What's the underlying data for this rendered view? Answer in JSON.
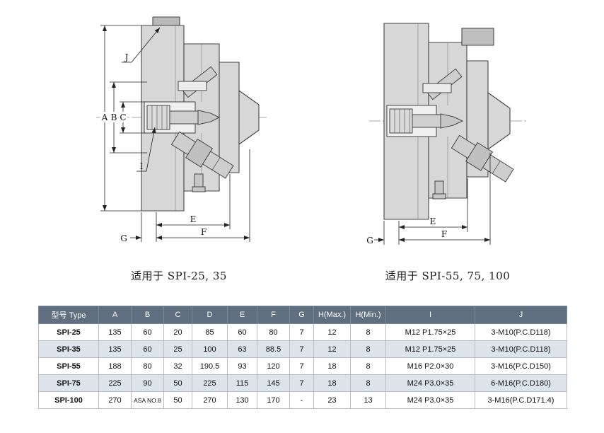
{
  "page": {
    "background": "#ffffff"
  },
  "figures": {
    "left": {
      "caption": "适用于 SPI-25, 35",
      "dim_labels": {
        "A": "A",
        "B": "B",
        "C": "C",
        "E": "E",
        "F": "F",
        "G": "G",
        "I": "I",
        "J": "J"
      }
    },
    "right": {
      "caption": "适用于 SPI-55, 75, 100",
      "dim_labels": {
        "E": "E",
        "F": "F",
        "G": "G"
      }
    }
  },
  "table": {
    "headers": [
      "型号 Type",
      "A",
      "B",
      "C",
      "D",
      "E",
      "F",
      "G",
      "H(Max.)",
      "H(Min.)",
      "I",
      "J"
    ],
    "rows": [
      [
        "SPI-25",
        "135",
        "60",
        "20",
        "85",
        "60",
        "80",
        "7",
        "12",
        "8",
        "M12 P1.75×25",
        "3-M10(P.C.D118)"
      ],
      [
        "SPI-35",
        "135",
        "60",
        "25",
        "100",
        "63",
        "88.5",
        "7",
        "12",
        "8",
        "M12 P1.75×25",
        "3-M10(P.C.D118)"
      ],
      [
        "SPI-55",
        "188",
        "80",
        "32",
        "190.5",
        "93",
        "120",
        "7",
        "18",
        "8",
        "M16 P2.0×30",
        "3-M16(P.C.D150)"
      ],
      [
        "SPI-75",
        "225",
        "90",
        "50",
        "225",
        "115",
        "145",
        "7",
        "18",
        "8",
        "M24 P3.0×35",
        "6-M16(P.C.D180)"
      ],
      [
        "SPI-100",
        "270",
        "ASA NO.8",
        "50",
        "270",
        "130",
        "170",
        "-",
        "23",
        "13",
        "M24 P3.0×35",
        "3-M16(P.C.D171.4)"
      ]
    ]
  },
  "colors": {
    "table_header_bg": "#5f6f80",
    "table_header_text": "#ffffff",
    "table_row_alt_bg": "#dde3ea",
    "table_border": "#b7bdc5"
  }
}
